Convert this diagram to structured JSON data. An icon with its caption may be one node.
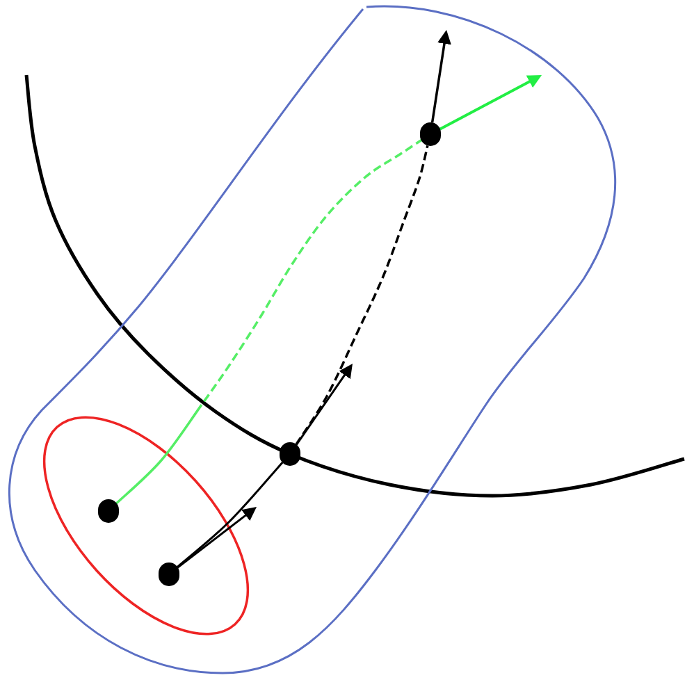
{
  "diagram": {
    "nodes": [
      {
        "text": [],
        "shape": "blob"
      },
      {
        "text": [],
        "shape": "circle",
        "in": 0
      },
      {
        "text": [],
        "shape": "circle",
        "in": 0
      },
      {
        "text": [],
        "shape": "ellipse",
        "in": 0
      },
      {
        "text": [],
        "shape": "circle",
        "in": 3
      },
      {
        "text": [],
        "shape": "circle",
        "in": 3
      }
    ],
    "edges": [
      {
        "from": 4,
        "to": 1,
        "arrow": "none",
        "style": "dashed",
        "color": "#55ee66"
      },
      {
        "from": 5,
        "to": 2,
        "arrow": "none"
      },
      {
        "from": 2,
        "to": 1,
        "arrow": "none",
        "style": "dashed"
      },
      {
        "from": 1,
        "to": null,
        "arrow": "to",
        "color": "#22ee44"
      },
      {
        "from": 1,
        "to": null,
        "arrow": "to"
      },
      {
        "from": 2,
        "to": null,
        "arrow": "to"
      },
      {
        "from": 5,
        "to": null,
        "arrow": "to"
      }
    ]
  }
}
